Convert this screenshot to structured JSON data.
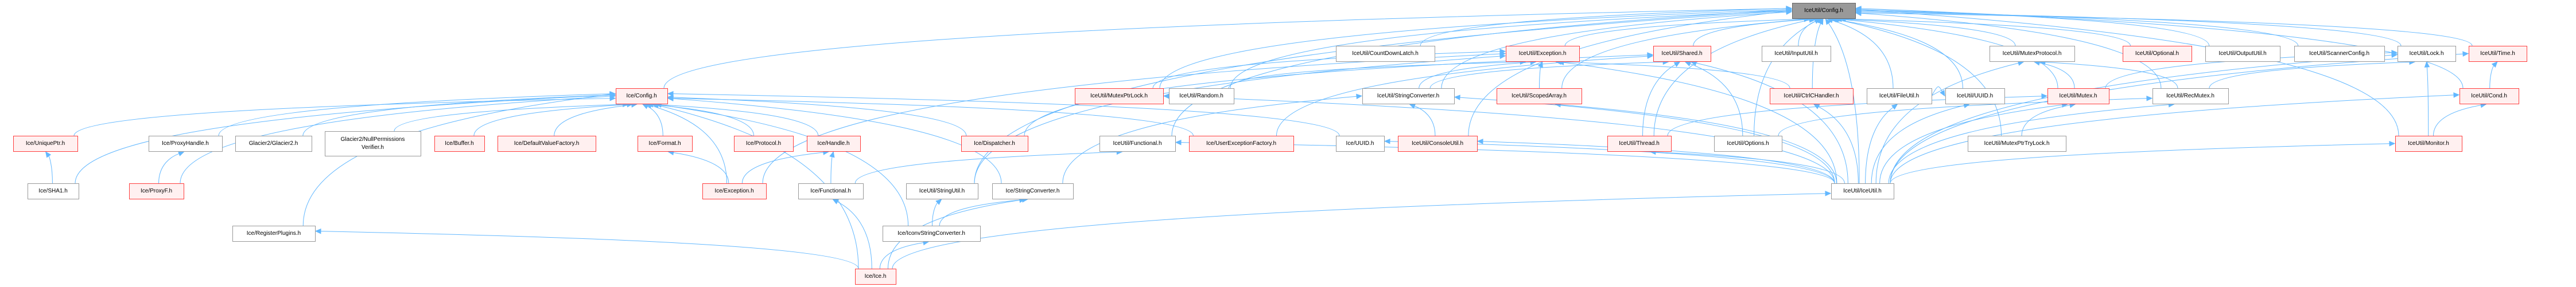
{
  "diagram": {
    "title": "IceUtil/Config.h include dependency graph (included by)",
    "legend": {
      "root_fill": "#999999",
      "plain_border": "#999999",
      "truncated_border": "#ff0000",
      "truncated_fill": "#fff0f0",
      "edge_color": "#63b8ff"
    },
    "nodes": [
      {
        "id": "iceutil_config",
        "label": "IceUtil/Config.h",
        "kind": "root"
      },
      {
        "id": "countdownlatch",
        "label": "IceUtil/CountDownLatch.h",
        "kind": "plain"
      },
      {
        "id": "iceutil_exception",
        "label": "IceUtil/Exception.h",
        "kind": "truncated"
      },
      {
        "id": "shared",
        "label": "IceUtil/Shared.h",
        "kind": "truncated"
      },
      {
        "id": "inpututil",
        "label": "IceUtil/InputUtil.h",
        "kind": "plain"
      },
      {
        "id": "mutexprotocol",
        "label": "IceUtil/MutexProtocol.h",
        "kind": "plain"
      },
      {
        "id": "optional",
        "label": "IceUtil/Optional.h",
        "kind": "truncated"
      },
      {
        "id": "outpututil",
        "label": "IceUtil/OutputUtil.h",
        "kind": "plain"
      },
      {
        "id": "scannerconfig",
        "label": "IceUtil/ScannerConfig.h",
        "kind": "plain"
      },
      {
        "id": "lock",
        "label": "IceUtil/Lock.h",
        "kind": "plain"
      },
      {
        "id": "time",
        "label": "IceUtil/Time.h",
        "kind": "truncated"
      },
      {
        "id": "ice_config",
        "label": "Ice/Config.h",
        "kind": "truncated"
      },
      {
        "id": "mutexptrlock",
        "label": "IceUtil/MutexPtrLock.h",
        "kind": "truncated"
      },
      {
        "id": "random",
        "label": "IceUtil/Random.h",
        "kind": "plain"
      },
      {
        "id": "iceutil_stringconverter",
        "label": "IceUtil/StringConverter.h",
        "kind": "plain"
      },
      {
        "id": "scopedarray",
        "label": "IceUtil/ScopedArray.h",
        "kind": "truncated"
      },
      {
        "id": "ctrlchandler",
        "label": "IceUtil/CtrlCHandler.h",
        "kind": "truncated"
      },
      {
        "id": "fileutil",
        "label": "IceUtil/FileUtil.h",
        "kind": "plain"
      },
      {
        "id": "iceutil_uuid",
        "label": "IceUtil/UUID.h",
        "kind": "plain"
      },
      {
        "id": "mutex",
        "label": "IceUtil/Mutex.h",
        "kind": "truncated"
      },
      {
        "id": "recmutex",
        "label": "IceUtil/RecMutex.h",
        "kind": "plain"
      },
      {
        "id": "cond",
        "label": "IceUtil/Cond.h",
        "kind": "truncated"
      },
      {
        "id": "uniqueptr",
        "label": "Ice/UniquePtr.h",
        "kind": "truncated"
      },
      {
        "id": "proxyhandle",
        "label": "Ice/ProxyHandle.h",
        "kind": "plain"
      },
      {
        "id": "glacier2",
        "label": "Glacier2/Glacier2.h",
        "kind": "plain"
      },
      {
        "id": "nullpermissions",
        "label": "Glacier2/NullPermissions\nVerifier.h",
        "kind": "plain"
      },
      {
        "id": "buffer",
        "label": "Ice/Buffer.h",
        "kind": "truncated"
      },
      {
        "id": "defaultvaluefactory",
        "label": "Ice/DefaultValueFactory.h",
        "kind": "truncated"
      },
      {
        "id": "format",
        "label": "Ice/Format.h",
        "kind": "truncated"
      },
      {
        "id": "protocol",
        "label": "Ice/Protocol.h",
        "kind": "truncated"
      },
      {
        "id": "handle",
        "label": "Ice/Handle.h",
        "kind": "truncated"
      },
      {
        "id": "dispatcher",
        "label": "Ice/Dispatcher.h",
        "kind": "truncated"
      },
      {
        "id": "iceutil_functional",
        "label": "IceUtil/Functional.h",
        "kind": "plain"
      },
      {
        "id": "userexceptionfactory",
        "label": "Ice/UserExceptionFactory.h",
        "kind": "truncated"
      },
      {
        "id": "ice_uuid",
        "label": "Ice/UUID.h",
        "kind": "plain"
      },
      {
        "id": "consoleutil",
        "label": "IceUtil/ConsoleUtil.h",
        "kind": "truncated"
      },
      {
        "id": "thread",
        "label": "IceUtil/Thread.h",
        "kind": "truncated"
      },
      {
        "id": "options",
        "label": "IceUtil/Options.h",
        "kind": "plain"
      },
      {
        "id": "mutexptrtrylock",
        "label": "IceUtil/MutexPtrTryLock.h",
        "kind": "plain"
      },
      {
        "id": "monitor",
        "label": "IceUtil/Monitor.h",
        "kind": "truncated"
      },
      {
        "id": "sha1",
        "label": "Ice/SHA1.h",
        "kind": "plain"
      },
      {
        "id": "proxyf",
        "label": "Ice/ProxyF.h",
        "kind": "truncated"
      },
      {
        "id": "ice_exception",
        "label": "Ice/Exception.h",
        "kind": "truncated"
      },
      {
        "id": "ice_functional",
        "label": "Ice/Functional.h",
        "kind": "plain"
      },
      {
        "id": "stringutil",
        "label": "IceUtil/StringUtil.h",
        "kind": "plain"
      },
      {
        "id": "ice_stringconverter",
        "label": "Ice/StringConverter.h",
        "kind": "plain"
      },
      {
        "id": "iceutil_iceutil",
        "label": "IceUtil/IceUtil.h",
        "kind": "plain"
      },
      {
        "id": "registerplugins",
        "label": "Ice/RegisterPlugins.h",
        "kind": "plain"
      },
      {
        "id": "iconvstringconverter",
        "label": "Ice/IconvStringConverter.h",
        "kind": "plain"
      },
      {
        "id": "ice_ice",
        "label": "Ice/Ice.h",
        "kind": "truncated"
      }
    ],
    "edges": [
      [
        "countdownlatch",
        "iceutil_config"
      ],
      [
        "iceutil_exception",
        "iceutil_config"
      ],
      [
        "shared",
        "iceutil_config"
      ],
      [
        "inpututil",
        "iceutil_config"
      ],
      [
        "mutexprotocol",
        "iceutil_config"
      ],
      [
        "optional",
        "iceutil_config"
      ],
      [
        "outpututil",
        "iceutil_config"
      ],
      [
        "scannerconfig",
        "iceutil_config"
      ],
      [
        "lock",
        "iceutil_config"
      ],
      [
        "time",
        "iceutil_config"
      ],
      [
        "ice_config",
        "iceutil_config"
      ],
      [
        "mutexptrlock",
        "iceutil_config"
      ],
      [
        "random",
        "iceutil_config"
      ],
      [
        "iceutil_stringconverter",
        "iceutil_config"
      ],
      [
        "scopedarray",
        "iceutil_config"
      ],
      [
        "ctrlchandler",
        "iceutil_config"
      ],
      [
        "fileutil",
        "iceutil_config"
      ],
      [
        "iceutil_uuid",
        "iceutil_config"
      ],
      [
        "mutex",
        "iceutil_config"
      ],
      [
        "recmutex",
        "iceutil_config"
      ],
      [
        "cond",
        "iceutil_config"
      ],
      [
        "iceutil_functional",
        "iceutil_config"
      ],
      [
        "consoleutil",
        "iceutil_config"
      ],
      [
        "thread",
        "iceutil_config"
      ],
      [
        "options",
        "iceutil_config"
      ],
      [
        "mutexptrtrylock",
        "iceutil_config"
      ],
      [
        "monitor",
        "iceutil_config"
      ],
      [
        "stringutil",
        "iceutil_config"
      ],
      [
        "iceutil_iceutil",
        "iceutil_config"
      ],
      [
        "uniqueptr",
        "ice_config"
      ],
      [
        "proxyhandle",
        "ice_config"
      ],
      [
        "glacier2",
        "ice_config"
      ],
      [
        "nullpermissions",
        "ice_config"
      ],
      [
        "buffer",
        "ice_config"
      ],
      [
        "defaultvaluefactory",
        "ice_config"
      ],
      [
        "format",
        "ice_config"
      ],
      [
        "protocol",
        "ice_config"
      ],
      [
        "handle",
        "ice_config"
      ],
      [
        "dispatcher",
        "ice_config"
      ],
      [
        "userexceptionfactory",
        "ice_config"
      ],
      [
        "ice_uuid",
        "ice_config"
      ],
      [
        "sha1",
        "ice_config"
      ],
      [
        "proxyf",
        "ice_config"
      ],
      [
        "ice_exception",
        "ice_config"
      ],
      [
        "ice_stringconverter",
        "ice_config"
      ],
      [
        "registerplugins",
        "ice_config"
      ],
      [
        "iconvstringconverter",
        "ice_config"
      ],
      [
        "ice_ice",
        "ice_config"
      ],
      [
        "sha1",
        "uniqueptr"
      ],
      [
        "proxyf",
        "proxyhandle"
      ],
      [
        "ice_exception",
        "format"
      ],
      [
        "ice_exception",
        "handle"
      ],
      [
        "ice_exception",
        "iceutil_exception"
      ],
      [
        "ice_functional",
        "handle"
      ],
      [
        "ice_functional",
        "iceutil_functional"
      ],
      [
        "ice_ice",
        "registerplugins"
      ],
      [
        "ice_ice",
        "ice_functional"
      ],
      [
        "ice_ice",
        "iconvstringconverter"
      ],
      [
        "ice_ice",
        "ice_stringconverter"
      ],
      [
        "ice_ice",
        "iceutil_iceutil"
      ],
      [
        "iconvstringconverter",
        "stringutil"
      ],
      [
        "iconvstringconverter",
        "ice_stringconverter"
      ],
      [
        "ice_stringconverter",
        "iceutil_stringconverter"
      ],
      [
        "dispatcher",
        "shared"
      ],
      [
        "userexceptionfactory",
        "shared"
      ],
      [
        "mutexptrlock",
        "iceutil_exception"
      ],
      [
        "random",
        "iceutil_exception"
      ],
      [
        "iceutil_stringconverter",
        "iceutil_exception"
      ],
      [
        "iceutil_stringconverter",
        "shared"
      ],
      [
        "scopedarray",
        "iceutil_exception"
      ],
      [
        "consoleutil",
        "iceutil_stringconverter"
      ],
      [
        "thread",
        "shared"
      ],
      [
        "thread",
        "mutex"
      ],
      [
        "options",
        "shared"
      ],
      [
        "options",
        "recmutex"
      ],
      [
        "mutex",
        "mutexprotocol"
      ],
      [
        "mutex",
        "lock"
      ],
      [
        "recmutex",
        "lock"
      ],
      [
        "recmutex",
        "mutexprotocol"
      ],
      [
        "mutexptrtrylock",
        "mutex"
      ],
      [
        "cond",
        "time"
      ],
      [
        "monitor",
        "lock"
      ],
      [
        "monitor",
        "cond"
      ],
      [
        "iceutil_iceutil",
        "ctrlchandler"
      ],
      [
        "iceutil_iceutil",
        "iceutil_uuid"
      ],
      [
        "iceutil_iceutil",
        "mutex"
      ],
      [
        "iceutil_iceutil",
        "recmutex"
      ],
      [
        "iceutil_iceutil",
        "monitor"
      ],
      [
        "iceutil_iceutil",
        "thread"
      ],
      [
        "iceutil_iceutil",
        "scopedarray"
      ],
      [
        "iceutil_iceutil",
        "consoleutil"
      ],
      [
        "iceutil_iceutil",
        "iceutil_functional"
      ],
      [
        "iceutil_iceutil",
        "mutexptrlock"
      ],
      [
        "iceutil_iceutil",
        "iceutil_stringconverter"
      ],
      [
        "iceutil_iceutil",
        "iceutil_exception"
      ],
      [
        "iceutil_iceutil",
        "shared"
      ],
      [
        "iceutil_iceutil",
        "cond"
      ],
      [
        "iceutil_iceutil",
        "time"
      ],
      [
        "iceutil_iceutil",
        "lock"
      ],
      [
        "iceutil_iceutil",
        "mutexprotocol"
      ],
      [
        "iceutil_iceutil",
        "ice_uuid"
      ],
      [
        "iceutil_iceutil",
        "fileutil"
      ],
      [
        "ctrlchandler",
        "iceutil_exception"
      ],
      [
        "fileutil",
        "iceutil_uuid"
      ],
      [
        "stringutil",
        "iceutil_exception"
      ]
    ]
  }
}
